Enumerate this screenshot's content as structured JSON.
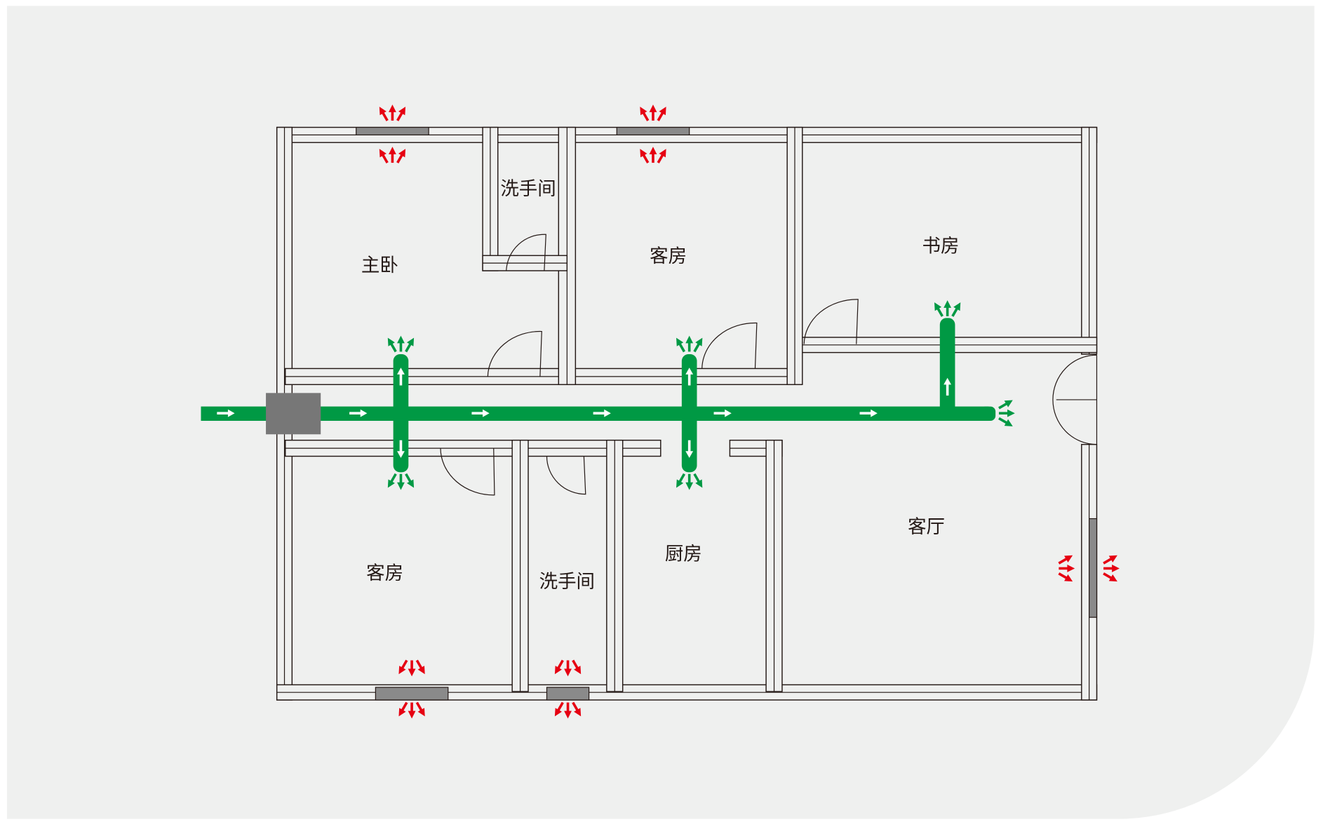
{
  "diagram": {
    "type": "fresh-air ventilation floor plan",
    "rooms": [
      {
        "label": "主卧"
      },
      {
        "label": "洗手间"
      },
      {
        "label": "客房"
      },
      {
        "label": "书房"
      },
      {
        "label": "客房"
      },
      {
        "label": "洗手间"
      },
      {
        "label": "厨房"
      },
      {
        "label": "客厅"
      }
    ],
    "colors": {
      "background": "#eff0ef",
      "supply_duct": "#009944",
      "exhaust_arrows": "#e60012",
      "unit": "#777777",
      "window": "#8a8a8a",
      "wall_line": "#231815"
    }
  }
}
